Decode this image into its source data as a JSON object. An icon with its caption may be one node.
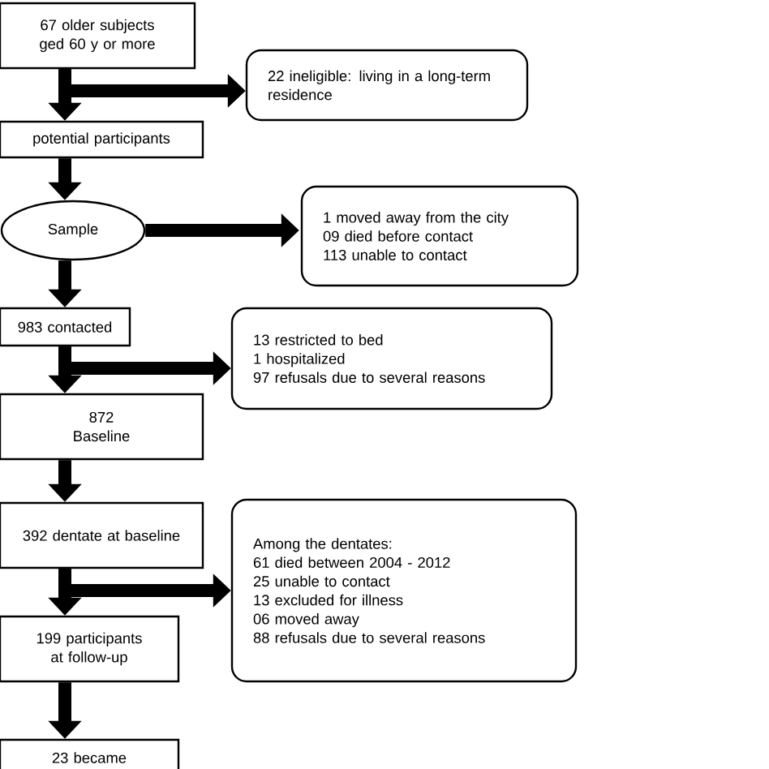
{
  "diagram": {
    "nodes": [
      {
        "text": [
          "67 older subjects ged 60 y or more"
        ]
      },
      {
        "text": [
          "22 ineligible: living in a long-term residence"
        ]
      },
      {
        "text": [
          "potential participants"
        ]
      },
      {
        "text": [
          "Sample"
        ]
      },
      {
        "text": [
          "1 moved away from the city",
          "09 died before contact",
          "113 unable to contact"
        ]
      },
      {
        "text": [
          "983 contacted"
        ]
      },
      {
        "text": [
          "13 restricted to bed",
          "1 hospitalized",
          "97 refusals due to several reasons"
        ]
      },
      {
        "text": [
          "872",
          "Baseline"
        ]
      },
      {
        "text": [
          "392 dentate at baseline"
        ]
      },
      {
        "text": [
          "Among the dentates:",
          "61 died between 2004 - 2012",
          "25 unable to contact",
          "13 excluded for illness",
          "06 moved away",
          "88 refusals due to several reasons"
        ]
      },
      {
        "text": [
          "199 participants at follow-up"
        ]
      },
      {
        "text": [
          "23 became"
        ]
      }
    ],
    "edges": [
      {
        "from": 0,
        "to": 2,
        "arrow": "to"
      },
      {
        "from": 0,
        "to": 1,
        "arrow": "to"
      },
      {
        "from": 2,
        "to": 3,
        "arrow": "to"
      },
      {
        "from": 3,
        "to": 4,
        "arrow": "to"
      },
      {
        "from": 3,
        "to": 5,
        "arrow": "to"
      },
      {
        "from": 5,
        "to": 7,
        "arrow": "to"
      },
      {
        "from": 5,
        "to": 6,
        "arrow": "to"
      },
      {
        "from": 7,
        "to": 8,
        "arrow": "to"
      },
      {
        "from": 8,
        "to": 10,
        "arrow": "to"
      },
      {
        "from": 8,
        "to": 9,
        "arrow": "to"
      },
      {
        "from": 10,
        "to": 11,
        "arrow": "to"
      }
    ]
  }
}
